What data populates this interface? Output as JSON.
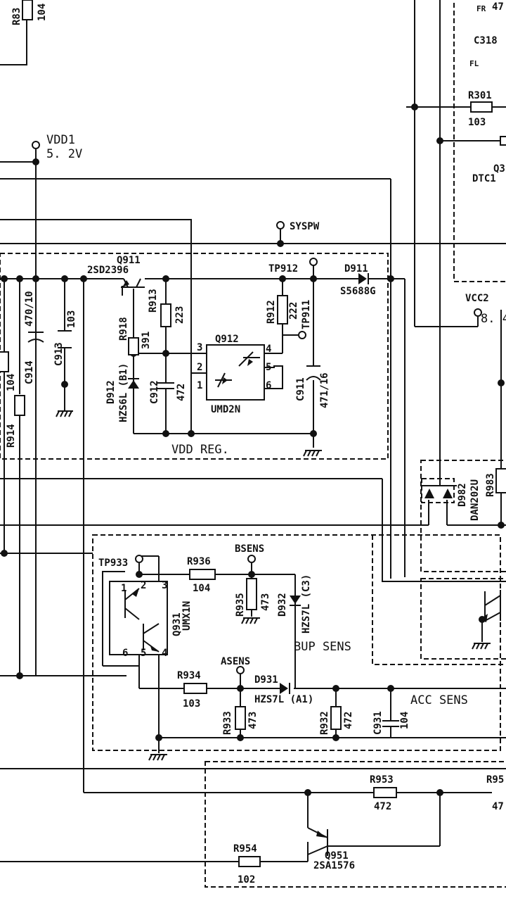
{
  "labels": {
    "vdd1": "VDD1",
    "vdd1_v": "5. 2V",
    "syspw": "SYSPW",
    "q911": "Q911",
    "q911_part": "2SD2396",
    "tp912": "TP912",
    "d911": "D911",
    "d911_part": "S5688G",
    "r913": "R913",
    "r913_val": "223",
    "r918": "R918",
    "r918_val": "391",
    "r912": "R912",
    "r912_val": "222",
    "tp911": "TP911",
    "q912": "Q912",
    "q912_part": "UMD2N",
    "c912": "C912",
    "c912_val": "472",
    "d912": "D912",
    "d912_part": "HZS6L (B1)",
    "c911": "C911",
    "c911_val": "471/16",
    "c914": "C914",
    "c914_val": "470/10",
    "c913": "C913",
    "c913_val": "103",
    "r914": "R914",
    "r914_val": "104",
    "vdd_reg": "VDD REG.",
    "r83x": "R83",
    "r83x_val": "104",
    "fr": "FR",
    "fr_val": "47",
    "c318": "C318",
    "fl": "FL",
    "r301": "R301",
    "r301_val": "103",
    "q3x": "Q3",
    "dtc": "DTC1",
    "vcc2": "VCC2",
    "vcc2_v": "8. 4",
    "d982": "D982",
    "d982_part": "DAN202U",
    "r983": "R983",
    "tp933": "TP933",
    "r936": "R936",
    "r936_val": "104",
    "bsens": "BSENS",
    "r935": "R935",
    "r935_val": "473",
    "d932": "D932",
    "d932_part": "HZS7L (C3)",
    "q931": "Q931",
    "q931_part": "UMX1N",
    "bup_sens": "BUP SENS",
    "asens": "ASENS",
    "r934": "R934",
    "r934_val": "103",
    "d931": "D931",
    "d931_part": "HZS7L (A1)",
    "r933": "R933",
    "r933_val": "473",
    "r932": "R932",
    "r932_val": "472",
    "c931": "C931",
    "c931_val": "104",
    "acc_sens": "ACC SENS",
    "r953": "R953",
    "r953_val": "472",
    "r95x": "R95",
    "r95x_val": "47",
    "r954": "R954",
    "r954_val": "102",
    "q951": "Q951",
    "q951_part": "2SA1576",
    "pin1": "1",
    "pin2": "2",
    "pin3": "3",
    "pin4": "4",
    "pin5": "5",
    "pin6": "6"
  }
}
